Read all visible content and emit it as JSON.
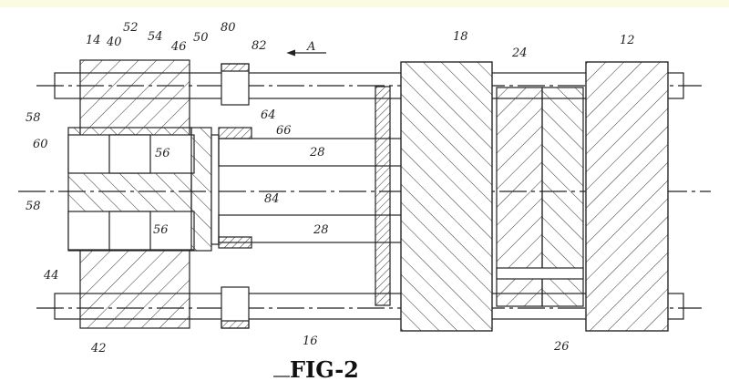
{
  "figure": {
    "title": "FIG-2",
    "direction_label": "A",
    "reference_numerals": [
      {
        "id": "n14",
        "text": "14"
      },
      {
        "id": "n40",
        "text": "40"
      },
      {
        "id": "n52",
        "text": "52"
      },
      {
        "id": "n54",
        "text": "54"
      },
      {
        "id": "n46",
        "text": "46"
      },
      {
        "id": "n50",
        "text": "50"
      },
      {
        "id": "n80",
        "text": "80"
      },
      {
        "id": "n82",
        "text": "82"
      },
      {
        "id": "n18",
        "text": "18"
      },
      {
        "id": "n24",
        "text": "24"
      },
      {
        "id": "n12",
        "text": "12"
      },
      {
        "id": "n58a",
        "text": "58"
      },
      {
        "id": "n64",
        "text": "64"
      },
      {
        "id": "n66",
        "text": "66"
      },
      {
        "id": "n60",
        "text": "60"
      },
      {
        "id": "n56a",
        "text": "56"
      },
      {
        "id": "n28a",
        "text": "28"
      },
      {
        "id": "n58b",
        "text": "58"
      },
      {
        "id": "n84",
        "text": "84"
      },
      {
        "id": "n28b",
        "text": "28"
      },
      {
        "id": "n56b",
        "text": "56"
      },
      {
        "id": "n44",
        "text": "44"
      },
      {
        "id": "n16",
        "text": "16"
      },
      {
        "id": "n26",
        "text": "26"
      },
      {
        "id": "n42",
        "text": "42"
      }
    ]
  },
  "colors": {
    "band": "#fbfbe2",
    "ink": "#222222"
  }
}
